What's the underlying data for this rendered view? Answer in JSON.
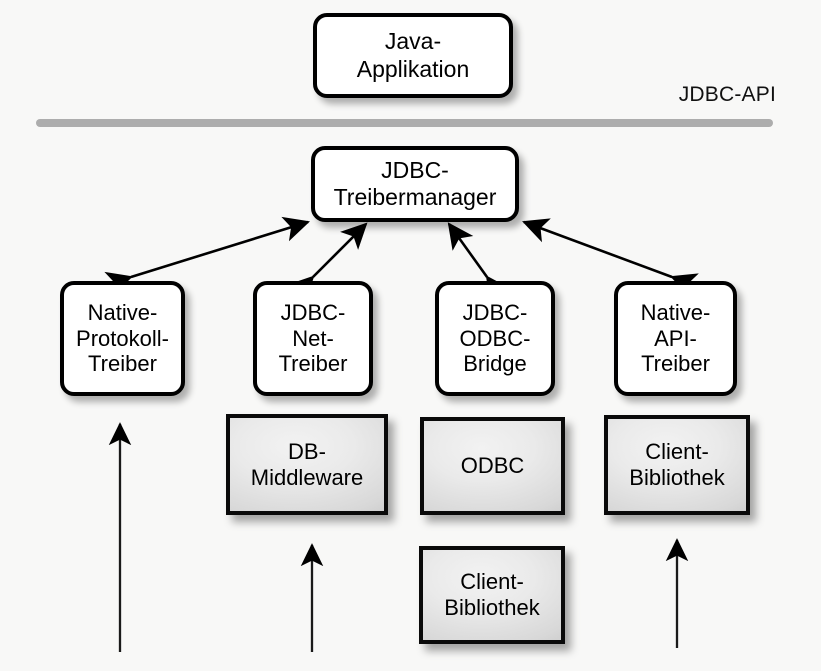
{
  "diagram": {
    "title_label": "JDBC-API",
    "background_color": "#f8f8f7",
    "rule_color": "#adadad",
    "box_border_color": "#000000",
    "white_box_fill": "#ffffff",
    "gray_box_fill_light": "#f2f2f2",
    "gray_box_fill_dark": "#bdbdbd"
  },
  "application": {
    "label": "Java-\nApplikation"
  },
  "manager": {
    "label": "JDBC-\nTreibermanager"
  },
  "drivers": [
    {
      "label": "Native-\nProtokoll-\nTreiber"
    },
    {
      "label": "JDBC-\nNet-\nTreiber"
    },
    {
      "label": "JDBC-\nODBC-\nBridge"
    },
    {
      "label": "Native-\nAPI-\nTreiber"
    }
  ],
  "resources": [
    {
      "label": "DB-\nMiddleware"
    },
    {
      "label": "ODBC"
    },
    {
      "label": "Client-\nBibliothek"
    },
    {
      "label": "Client-\nBibliothek"
    }
  ]
}
